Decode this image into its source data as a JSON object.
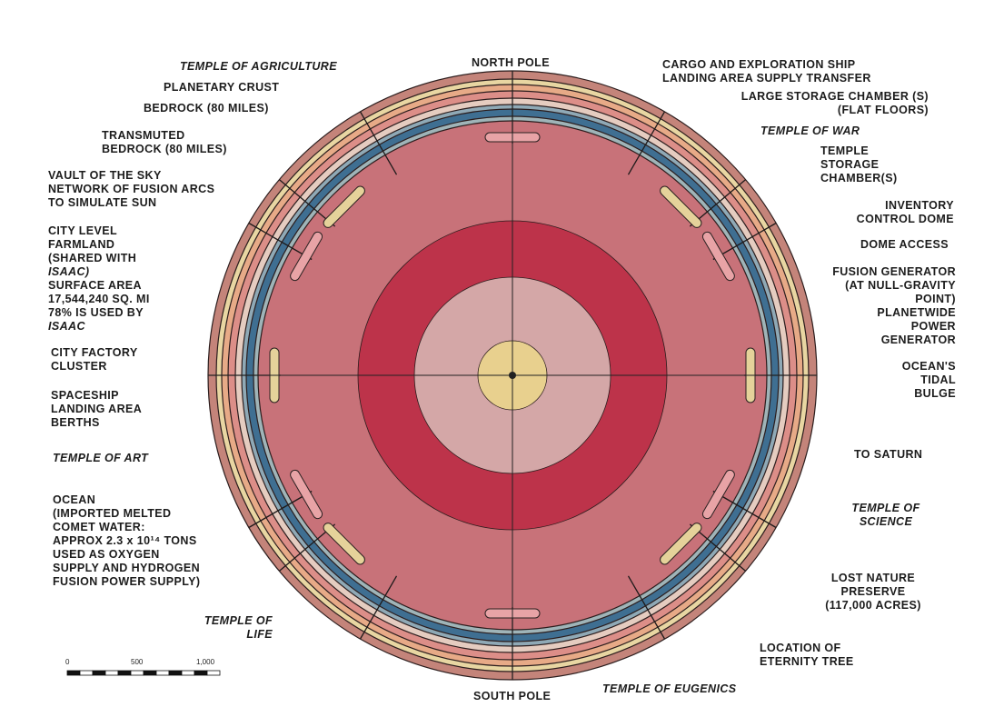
{
  "colors": {
    "crust_outer": "#c4847a",
    "band_cream": "#e8d6a2",
    "band_peach": "#e7aa87",
    "band_salmon": "#dc8e88",
    "band_pale": "#e5ccc0",
    "ocean_blue": "#3f6f92",
    "interior": "#c87279",
    "red_ring": "#bd334a",
    "pale_ring": "#d4a7a7",
    "core": "#e8d08e",
    "ship_pale": "#e5d29a"
  },
  "labels": {
    "north_pole": "NORTH POLE",
    "south_pole": "SOUTH POLE",
    "temple_agriculture": "TEMPLE OF AGRICULTURE",
    "planetary_crust": "PLANETARY CRUST",
    "bedrock": "BEDROCK (80 MILES)",
    "transmuted_bedrock": "TRANSMUTED\nBEDROCK (80 MILES)",
    "vault_sky": "VAULT OF THE SKY\nNETWORK OF FUSION ARCS\nTO SIMULATE SUN",
    "city_level": "CITY LEVEL\nFARMLAND\n(SHARED WITH",
    "isaac1": "ISAAC)",
    "surface_area": "SURFACE AREA\n17,544,240 SQ. MI\n78% IS USED BY",
    "isaac2": "ISAAC",
    "city_factory": "CITY FACTORY\nCLUSTER",
    "spaceship_landing": "SPACESHIP\nLANDING AREA\nBERTHS",
    "temple_art": "TEMPLE OF ART",
    "ocean": "OCEAN\n(IMPORTED MELTED\nCOMET WATER:\nAPPROX 2.3 x 10¹⁴ TONS\nUSED AS OXYGEN\nSUPPLY AND HYDROGEN\nFUSION POWER SUPPLY)",
    "temple_life": "TEMPLE OF\nLIFE",
    "cargo_ship": "CARGO AND EXPLORATION SHIP\nLANDING AREA SUPPLY TRANSFER",
    "large_storage": "LARGE STORAGE CHAMBER (S)\n(FLAT FLOORS)",
    "temple_war": "TEMPLE OF WAR",
    "temple_storage": "TEMPLE\nSTORAGE\nCHAMBER(S)",
    "inventory_dome": "INVENTORY\nCONTROL DOME",
    "dome_access": "DOME ACCESS",
    "fusion_generator": "FUSION GENERATOR\n(AT NULL-GRAVITY\nPOINT)\nPLANETWIDE\nPOWER\nGENERATOR",
    "ocean_tidal": "OCEAN'S\nTIDAL\nBULGE",
    "to_saturn": "TO SATURN",
    "temple_science": "TEMPLE OF\nSCIENCE",
    "lost_nature": "LOST NATURE\nPRESERVE\n(117,000 ACRES)",
    "eternity_tree": "LOCATION OF\nETERNITY TREE",
    "temple_eugenics": "TEMPLE OF EUGENICS"
  },
  "scale": {
    "t0": "0",
    "t500": "500",
    "t1000": "1,000"
  }
}
